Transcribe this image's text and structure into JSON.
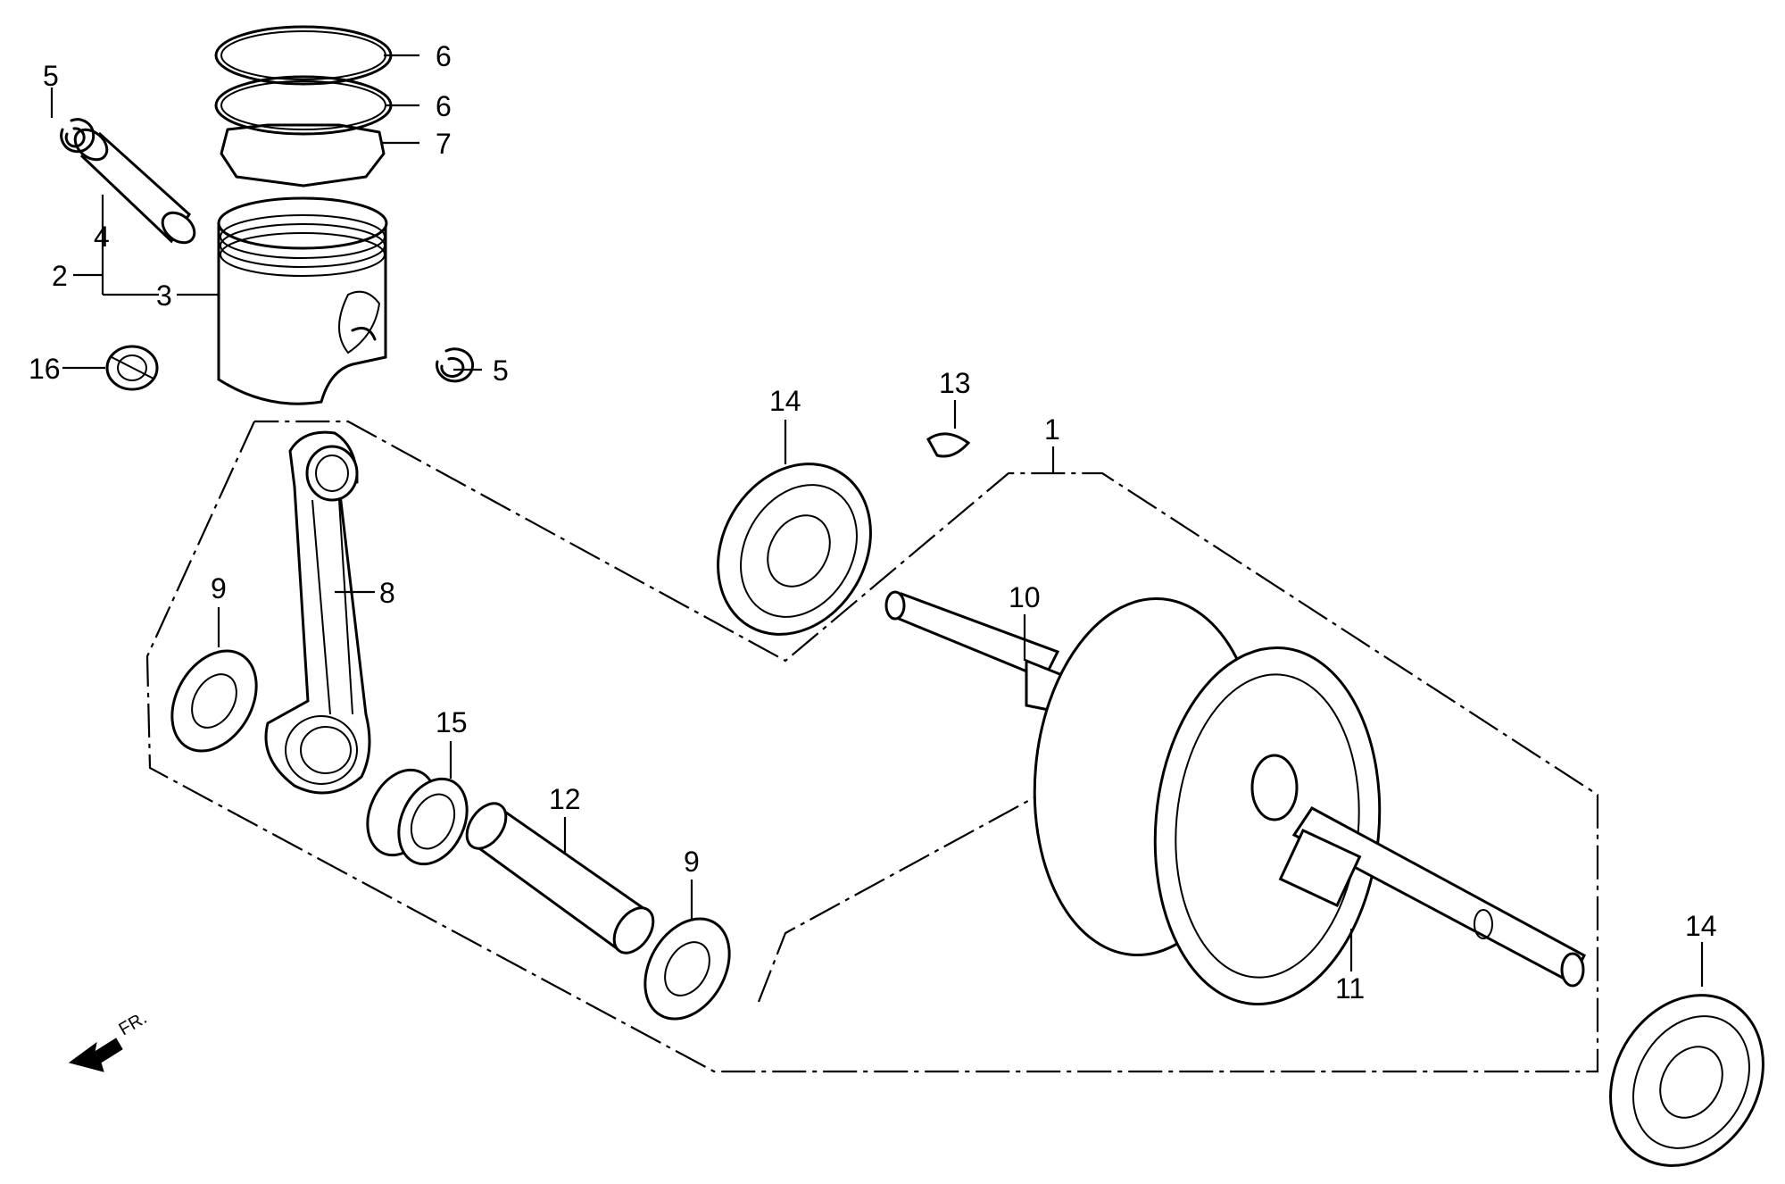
{
  "diagram": {
    "callouts": {
      "c1": "1",
      "c2": "2",
      "c3": "3",
      "c4": "4",
      "c5a": "5",
      "c5b": "5",
      "c6a": "6",
      "c6b": "6",
      "c7": "7",
      "c8": "8",
      "c9a": "9",
      "c9b": "9",
      "c10": "10",
      "c11": "11",
      "c12": "12",
      "c13": "13",
      "c14a": "14",
      "c14b": "14",
      "c15": "15",
      "c16": "16"
    },
    "direction": {
      "label": "FR."
    }
  }
}
